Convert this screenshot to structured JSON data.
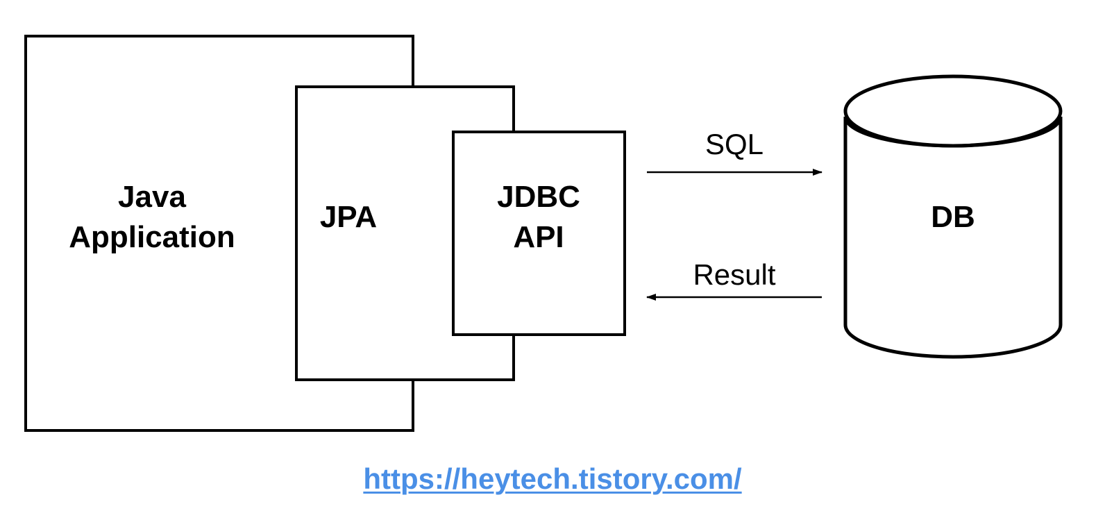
{
  "diagram": {
    "java_app": {
      "line1": "Java",
      "line2": "Application"
    },
    "jpa": {
      "label": "JPA"
    },
    "jdbc": {
      "line1": "JDBC",
      "line2": "API"
    },
    "db": {
      "label": "DB"
    },
    "arrows": {
      "request_label": "SQL",
      "response_label": "Result"
    }
  },
  "footer": {
    "url": "https://heytech.tistory.com/"
  },
  "colors": {
    "stroke": "#000000",
    "link": "#4a8fe6"
  }
}
